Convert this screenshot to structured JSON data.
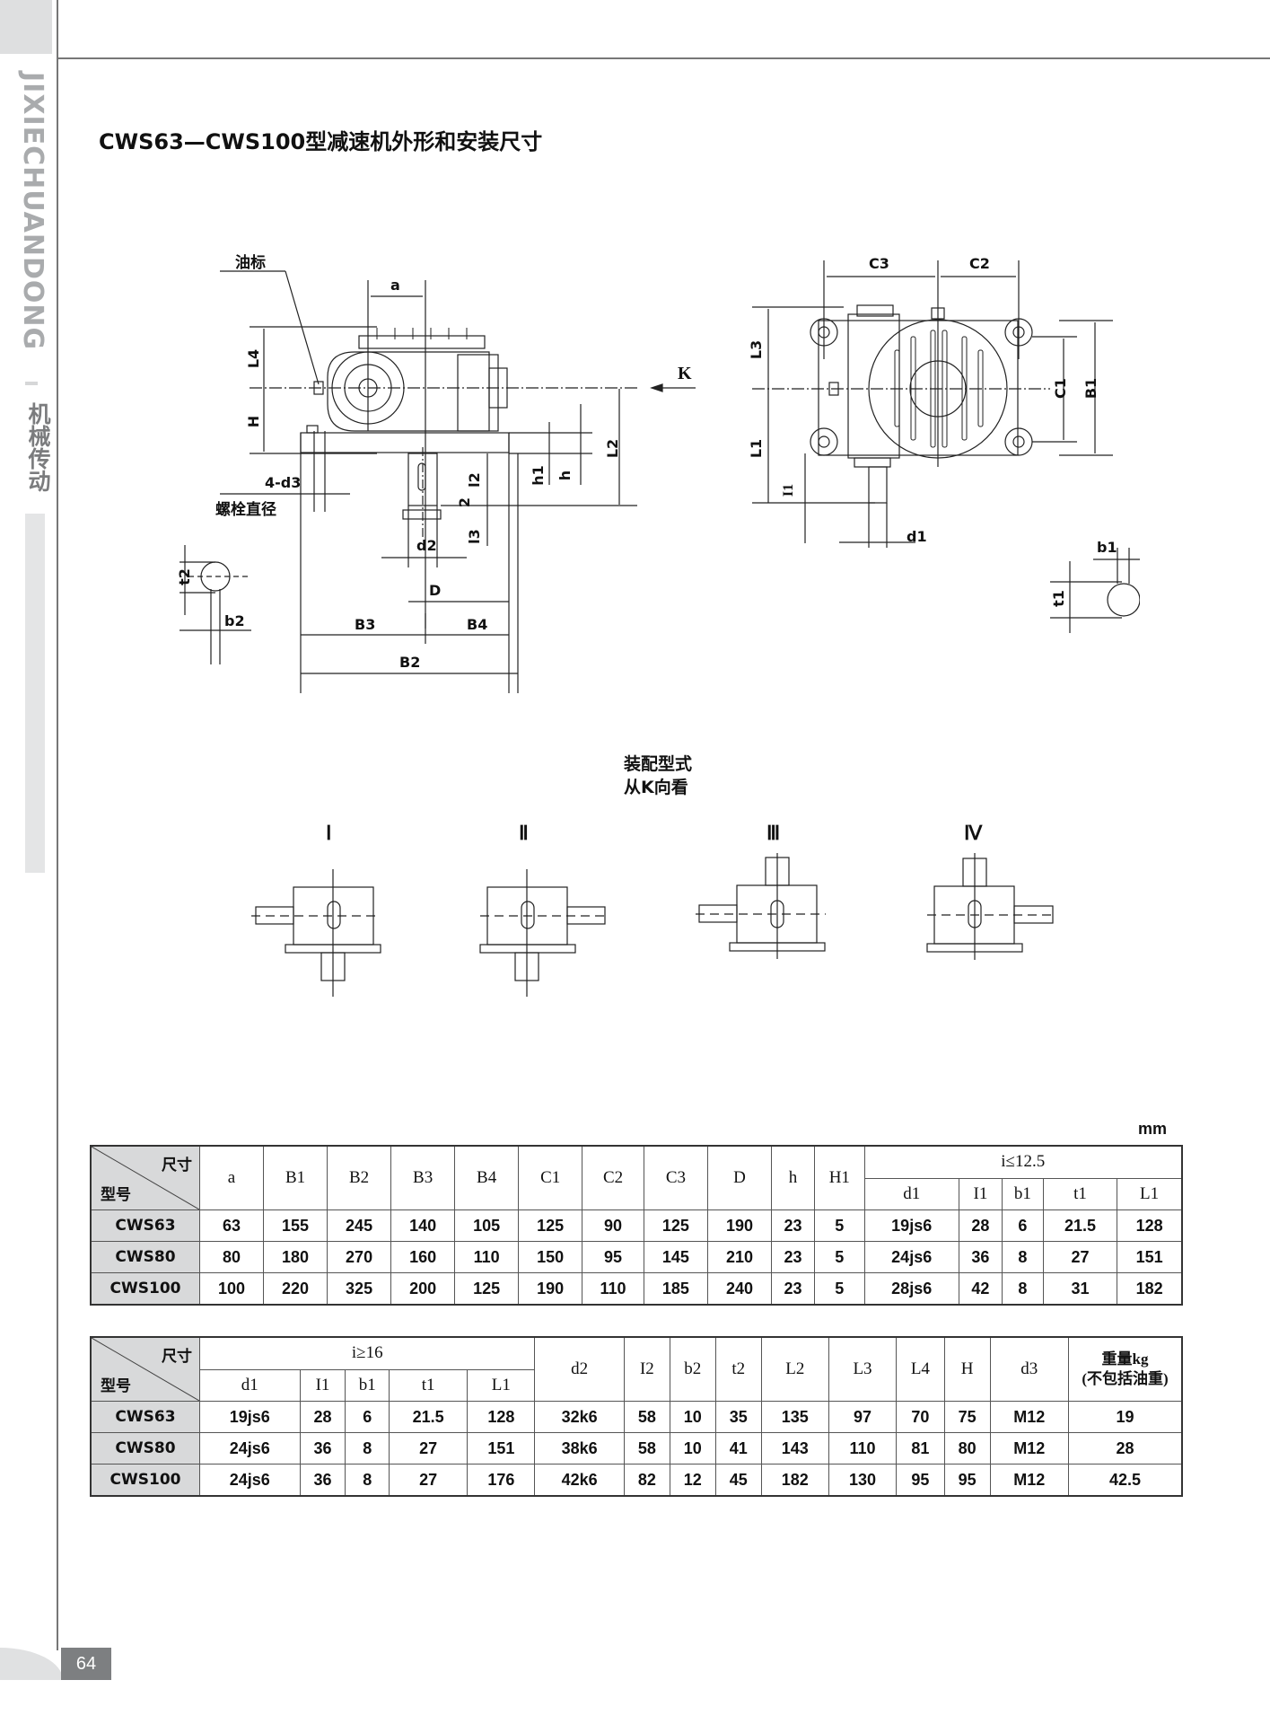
{
  "page": {
    "title": "CWS63—CWS100型减速机外形和安装尺寸",
    "brand_latin": "JIXIECHUANDONG",
    "brand_cn": "机械传动",
    "page_number": "64",
    "unit": "mm"
  },
  "drawing": {
    "front_view_labels": {
      "oil_gauge": "油标",
      "a": "a",
      "L4": "L4",
      "H": "H",
      "K": "K",
      "L2": "L2",
      "h1": "h1",
      "h": "h",
      "l2": "l2",
      "two": "2",
      "l3": "l3",
      "bolt": "4-d3",
      "bolt_desc": "螺栓直径",
      "d2": "d2",
      "D": "D",
      "B3": "B3",
      "B4": "B4",
      "B2": "B2",
      "t2": "t2",
      "b2": "b2"
    },
    "side_view_labels": {
      "C3": "C3",
      "C2": "C2",
      "L3": "L3",
      "L1": "L1",
      "C1": "C1",
      "B1": "B1",
      "l1": "I1",
      "d1": "d1",
      "b1": "b1",
      "t1": "t1"
    },
    "assembly": {
      "title_line1": "装配型式",
      "title_line2": "从K向看",
      "types": [
        "Ⅰ",
        "Ⅱ",
        "Ⅲ",
        "Ⅳ"
      ]
    }
  },
  "table1": {
    "corner_top": "尺寸",
    "corner_bottom": "型号",
    "group_header": "i≤12.5",
    "headers": [
      "a",
      "B1",
      "B2",
      "B3",
      "B4",
      "C1",
      "C2",
      "C3",
      "D",
      "h",
      "H1"
    ],
    "group_headers": [
      "d1",
      "I1",
      "b1",
      "t1",
      "L1"
    ],
    "rows": [
      {
        "model": "CWS63",
        "values": [
          "63",
          "155",
          "245",
          "140",
          "105",
          "125",
          "90",
          "125",
          "190",
          "23",
          "5",
          "19js6",
          "28",
          "6",
          "21.5",
          "128"
        ]
      },
      {
        "model": "CWS80",
        "values": [
          "80",
          "180",
          "270",
          "160",
          "110",
          "150",
          "95",
          "145",
          "210",
          "23",
          "5",
          "24js6",
          "36",
          "8",
          "27",
          "151"
        ]
      },
      {
        "model": "CWS100",
        "values": [
          "100",
          "220",
          "325",
          "200",
          "125",
          "190",
          "110",
          "185",
          "240",
          "23",
          "5",
          "28js6",
          "42",
          "8",
          "31",
          "182"
        ]
      }
    ]
  },
  "table2": {
    "corner_top": "尺寸",
    "corner_bottom": "型号",
    "group_header": "i≥16",
    "group_headers": [
      "d1",
      "I1",
      "b1",
      "t1",
      "L1"
    ],
    "headers": [
      "d2",
      "I2",
      "b2",
      "t2",
      "L2",
      "L3",
      "L4",
      "H",
      "d3"
    ],
    "weight_header_1": "重量kg",
    "weight_header_2": "(不包括油重)",
    "rows": [
      {
        "model": "CWS63",
        "values": [
          "19js6",
          "28",
          "6",
          "21.5",
          "128",
          "32k6",
          "58",
          "10",
          "35",
          "135",
          "97",
          "70",
          "75",
          "M12",
          "19"
        ]
      },
      {
        "model": "CWS80",
        "values": [
          "24js6",
          "36",
          "8",
          "27",
          "151",
          "38k6",
          "58",
          "10",
          "41",
          "143",
          "110",
          "81",
          "80",
          "M12",
          "28"
        ]
      },
      {
        "model": "CWS100",
        "values": [
          "24js6",
          "36",
          "8",
          "27",
          "176",
          "42k6",
          "82",
          "12",
          "45",
          "182",
          "130",
          "95",
          "95",
          "M12",
          "42.5"
        ]
      }
    ]
  }
}
